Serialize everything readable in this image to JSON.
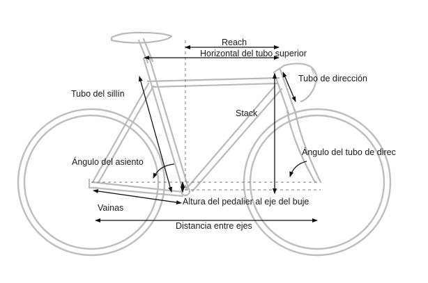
{
  "labels": {
    "reach": "Reach",
    "horizontal_top_tube": "Horizontal del tubo superior",
    "head_tube": "Tubo de dirección",
    "seat_tube": "Tubo del sillín",
    "stack": "Stack",
    "seat_angle": "Ángulo del asiento",
    "head_tube_angle": "Ángulo del tubo de direc",
    "bb_drop": "Altura del pedalier al eje del buje",
    "chainstays": "Vainas",
    "wheelbase": "Distancia entre ejes"
  }
}
